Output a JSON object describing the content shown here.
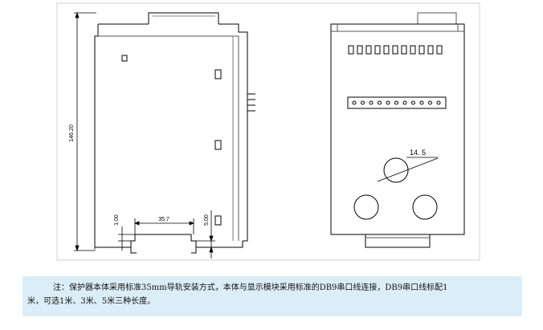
{
  "dimensions": {
    "height": "146.20",
    "rail_width": "35.7",
    "left_offset": "1.00",
    "right_offset": "5.00",
    "port_diameter": "14. 5"
  },
  "note": {
    "line1": "注：保护器本体采用标准35mm导轨安装方式，本体与显示模块采用标准的DB9串口线连接，DB9串口线标配1",
    "line2": "米，可选1米、3米、5米三种长度。"
  }
}
